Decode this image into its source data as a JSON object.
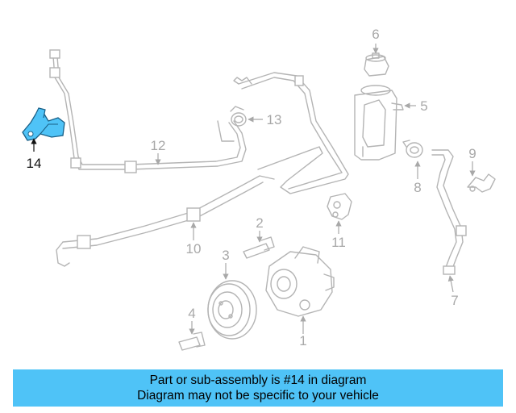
{
  "callouts": {
    "c1": "1",
    "c2": "2",
    "c3": "3",
    "c4": "4",
    "c5": "5",
    "c6": "6",
    "c7": "7",
    "c8": "8",
    "c9": "9",
    "c10": "10",
    "c11": "11",
    "c12": "12",
    "c13": "13",
    "c14": "14"
  },
  "highlight_color": "#4fc3f7",
  "banner": {
    "line1": "Part or sub-assembly is #14 in diagram",
    "line2": "Diagram may not be specific to your vehicle",
    "color": "#4fc3f7"
  }
}
